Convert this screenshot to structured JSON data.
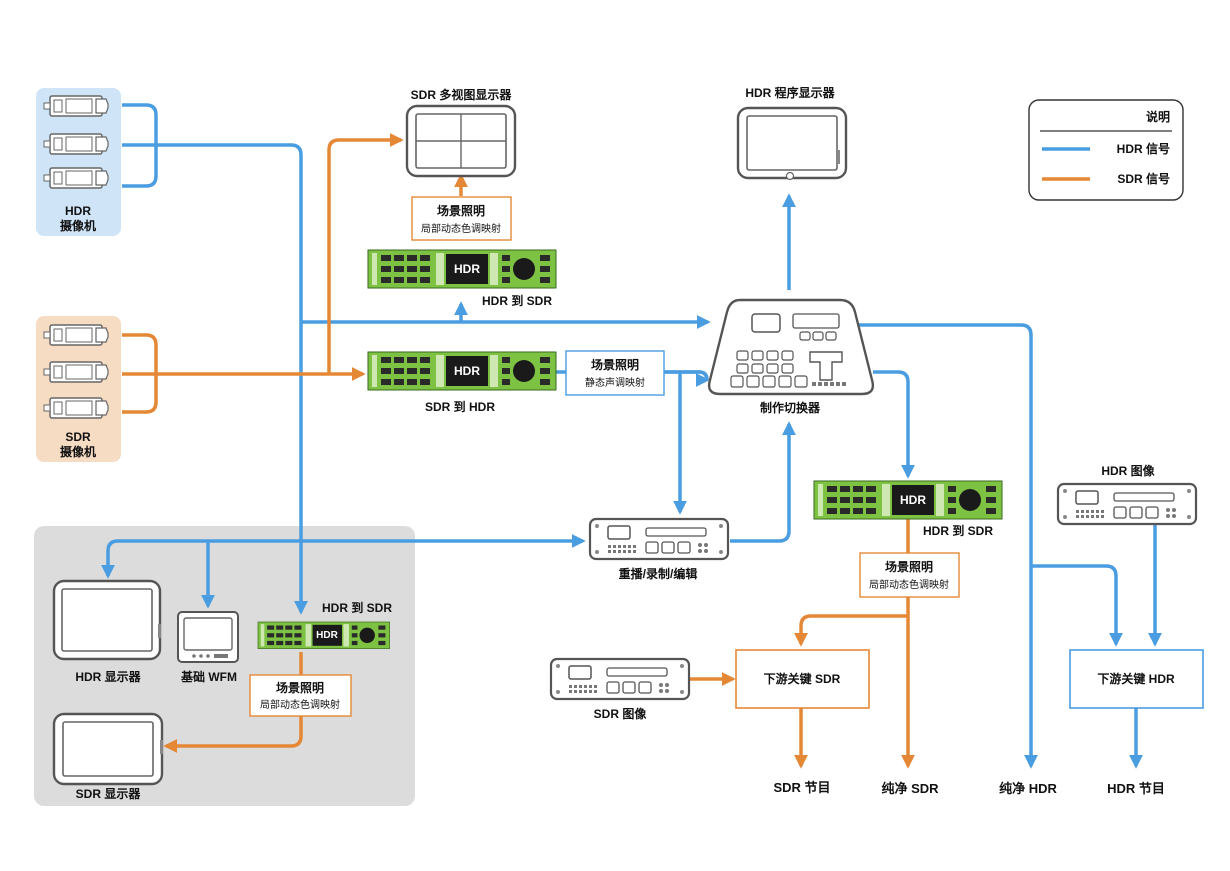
{
  "colors": {
    "hdr": "#4a9de0",
    "sdr": "#e58836",
    "hdr_zone": "#cfe5f7",
    "sdr_zone": "#f7dcc4",
    "monitor_zone": "#dcdcdc",
    "converter": "#7dc243"
  },
  "cameras": {
    "hdr": {
      "line1": "HDR",
      "line2": "摄像机"
    },
    "sdr": {
      "line1": "SDR",
      "line2": "摄像机"
    }
  },
  "monitors": {
    "sdr_multiview": "SDR 多视图显示器",
    "hdr_program": "HDR 程序显示器",
    "hdr_display": "HDR 显示器",
    "wfm": "基础 WFM",
    "sdr_display": "SDR 显示器"
  },
  "converters": {
    "top": {
      "label": "HDR 到 SDR",
      "screen": "HDR"
    },
    "mid": {
      "label": "SDR 到 HDR",
      "screen": "HDR"
    },
    "right": {
      "label": "HDR 到 SDR",
      "screen": "HDR"
    },
    "bottom": {
      "label": "HDR 到 SDR",
      "screen": "HDR"
    }
  },
  "mapping_boxes": {
    "top": {
      "title": "场景照明",
      "sub": "局部动态色调映射"
    },
    "mid": {
      "title": "场景照明",
      "sub": "静态声调映射"
    },
    "right": {
      "title": "场景照明",
      "sub": "局部动态色调映射"
    },
    "bottom": {
      "title": "场景照明",
      "sub": "局部动态色调映射"
    }
  },
  "switcher": "制作切换器",
  "replay": "重播/录制/编辑",
  "hdr_image": "HDR 图像",
  "sdr_image": "SDR 图像",
  "keyer_sdr": "下游关键 SDR",
  "keyer_hdr": "下游关键 HDR",
  "outputs": {
    "sdr_program": "SDR 节目",
    "clean_sdr": "纯净 SDR",
    "clean_hdr": "纯净 HDR",
    "hdr_program": "HDR 节目"
  },
  "legend": {
    "title": "说明",
    "hdr": "HDR 信号",
    "sdr": "SDR 信号"
  }
}
